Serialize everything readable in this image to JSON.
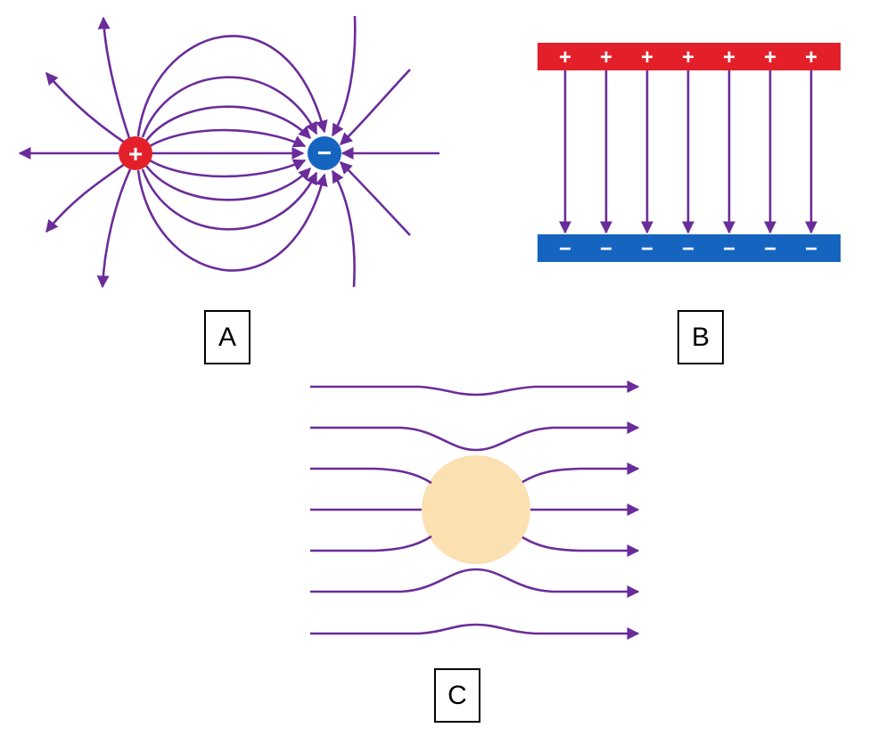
{
  "colors": {
    "field_line": "#6a2c9a",
    "positive_charge": "#e3202a",
    "negative_charge": "#1565c0",
    "conductor_sphere": "#fbe0b2",
    "sign_text": "#ffffff"
  },
  "panels": {
    "a": {
      "label": "A",
      "positive_sign": "+",
      "negative_sign": "−"
    },
    "b": {
      "label": "B",
      "positive_plate_signs": [
        "+",
        "+",
        "+",
        "+",
        "+",
        "+",
        "+"
      ],
      "negative_plate_signs": [
        "−",
        "−",
        "−",
        "−",
        "−",
        "−",
        "−"
      ]
    },
    "c": {
      "label": "C"
    }
  },
  "icons": {
    "field_arrow": "arrowhead-icon"
  }
}
